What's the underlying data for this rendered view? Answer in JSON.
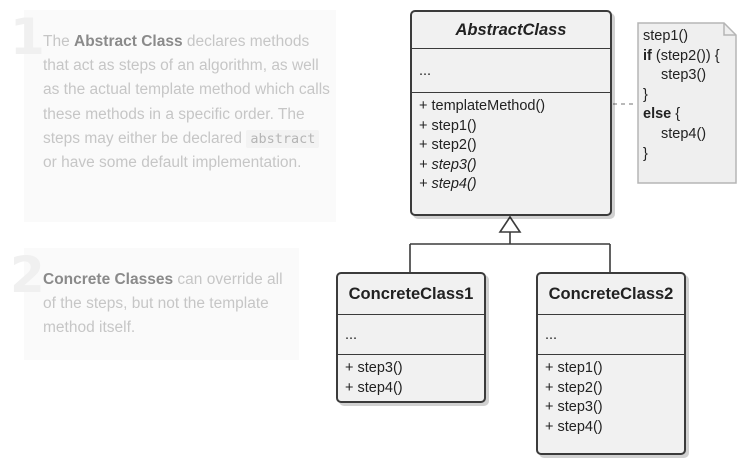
{
  "notes": [
    {
      "number": "1",
      "p1": "The ",
      "b1": "Abstract Class",
      "p2": " declares methods that act as steps of an algorithm, as well as the actual template method which calls these methods in a specific order. The steps may either be declared ",
      "code": "abstract",
      "p3": " or have some default implementation."
    },
    {
      "number": "2",
      "b1": "Concrete Classes",
      "p2": " can override all of the steps, but not the template method itself."
    }
  ],
  "abstract_class": {
    "name": "AbstractClass",
    "fields": "...",
    "ops": [
      "+ templateMethod()",
      "+ step1()",
      "+ step2()",
      "+ step3()",
      "+ step4()"
    ]
  },
  "concrete_class_1": {
    "name": "ConcreteClass1",
    "fields": "...",
    "ops": [
      "+ step3()",
      "+ step4()"
    ]
  },
  "concrete_class_2": {
    "name": "ConcreteClass2",
    "fields": "...",
    "ops": [
      "+ step1()",
      "+ step2()",
      "+ step3()",
      "+ step4()"
    ]
  },
  "code_note": {
    "l1": "step1()",
    "l2_kw": "if",
    "l2_rest": " (step2()) {",
    "l3": "step3()",
    "l4": "}",
    "l5_kw": "else",
    "l5_rest": " {",
    "l6": "step4()",
    "l7": "}"
  },
  "colors": {
    "class_fill": "#f1f1f1",
    "class_border": "#3b3b3b",
    "note_fill": "#efefef",
    "explanation_bg": "#fafafa"
  }
}
